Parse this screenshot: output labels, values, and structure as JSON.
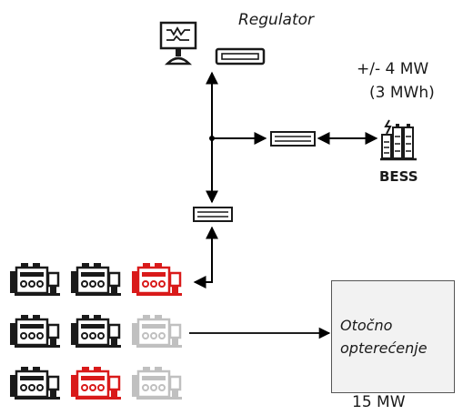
{
  "regulator": {
    "label": "Regulator"
  },
  "bess": {
    "power_label": "+/- 4 MW",
    "energy_label": "(3 MWh)",
    "label": "BESS"
  },
  "load": {
    "line1": "Otočno",
    "line2": "opterećenje",
    "rating": "15 MW"
  },
  "generators": {
    "rows": [
      [
        "active",
        "active",
        "highlighted"
      ],
      [
        "active",
        "active",
        "inactive"
      ],
      [
        "active",
        "highlighted",
        "inactive"
      ]
    ]
  },
  "colors": {
    "active": "#1a1a1a",
    "highlighted": "#d91a1a",
    "inactive": "#c0c0c0",
    "line": "#000000",
    "load_fill": "#f2f2f2"
  },
  "icons": [
    "computer-icon",
    "switch-icon",
    "battery-icon",
    "generator-icon"
  ]
}
